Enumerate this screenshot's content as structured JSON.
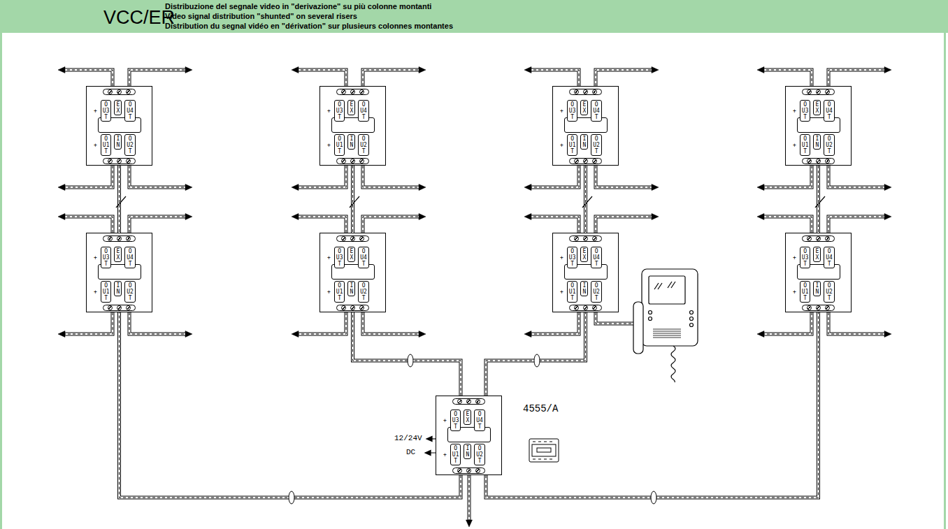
{
  "diagram": {
    "title": "VCC/ER",
    "nodes": [
      {
        "text": [
          "+",
          "O U3 T",
          "E X",
          "O U4 T",
          "+",
          "O U1 T",
          "I N",
          "O U2 T"
        ]
      },
      {
        "text": [
          "+",
          "O U3 T",
          "E X",
          "O U4 T",
          "+",
          "O U1 T",
          "I N",
          "O U2 T"
        ]
      },
      {
        "text": [
          "+",
          "O U3 T",
          "E X",
          "O U4 T",
          "+",
          "O U1 T",
          "I N",
          "O U2 T"
        ]
      },
      {
        "text": [
          "+",
          "O U3 T",
          "E X",
          "O U4 T",
          "+",
          "O U1 T",
          "I N",
          "O U2 T"
        ]
      },
      {
        "text": [
          "+",
          "O U3 T",
          "E X",
          "O U4 T",
          "+",
          "O U1 T",
          "I N",
          "O U2 T"
        ]
      },
      {
        "text": [
          "+",
          "O U3 T",
          "E X",
          "O U4 T",
          "+",
          "O U1 T",
          "I N",
          "O U2 T"
        ]
      },
      {
        "text": [
          "+",
          "O U3 T",
          "E X",
          "O U4 T",
          "+",
          "O U1 T",
          "I N",
          "O U2 T"
        ]
      },
      {
        "text": [
          "+",
          "O U3 T",
          "E X",
          "O U4 T",
          "+",
          "O U1 T",
          "I N",
          "O U2 T"
        ]
      },
      {
        "text": [
          "+",
          "O U3 T",
          "E X",
          "O U4 T",
          "+",
          "O U1 T",
          "I N",
          "O U2 T"
        ]
      }
    ],
    "edges": [
      {
        "from": 0,
        "to": 4,
        "arrow": "none"
      },
      {
        "from": 1,
        "to": 5,
        "arrow": "none"
      },
      {
        "from": 2,
        "to": 6,
        "arrow": "none"
      },
      {
        "from": 3,
        "to": 7,
        "arrow": "none"
      },
      {
        "from": 8,
        "to": 4,
        "arrow": "none"
      },
      {
        "from": 8,
        "to": 5,
        "arrow": "none"
      },
      {
        "from": 8,
        "to": 6,
        "arrow": "none"
      },
      {
        "from": 8,
        "to": 7,
        "arrow": "none"
      }
    ],
    "labels": [
      "Distribuzione del segnale video in \"derivazione\" su più colonne montanti",
      "Video signal distribution \"shunted\" on several risers",
      "Distribution du segnal vidéo en \"dérivation\" sur plusieurs colonnes montantes",
      "4555/A",
      "12/24V",
      "DC"
    ]
  }
}
